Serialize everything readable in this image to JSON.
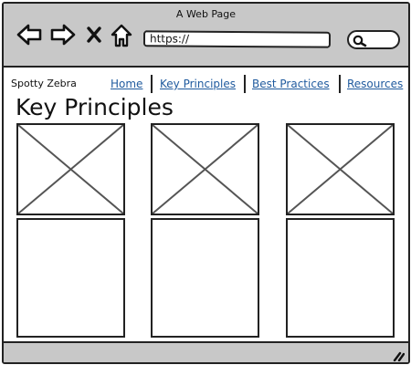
{
  "window": {
    "title": "A Web Page"
  },
  "toolbar": {
    "back_icon": "arrow-left-icon",
    "forward_icon": "arrow-right-icon",
    "stop_icon": "close-icon",
    "home_icon": "home-icon",
    "url": "https://",
    "search_icon": "search-icon"
  },
  "site": {
    "brand": "Spotty Zebra",
    "nav": [
      {
        "label": "Home"
      },
      {
        "label": "Key Principles"
      },
      {
        "label": "Best Practices"
      },
      {
        "label": "Resources"
      }
    ],
    "link_color": "#1f5a9e"
  },
  "main": {
    "title": "Key Principles"
  },
  "statusbar": {
    "resize_icon": "resize-grip-icon"
  },
  "colors": {
    "chrome": "#c8c8c8",
    "outline": "#222222",
    "placeholder_cross": "#555555"
  }
}
